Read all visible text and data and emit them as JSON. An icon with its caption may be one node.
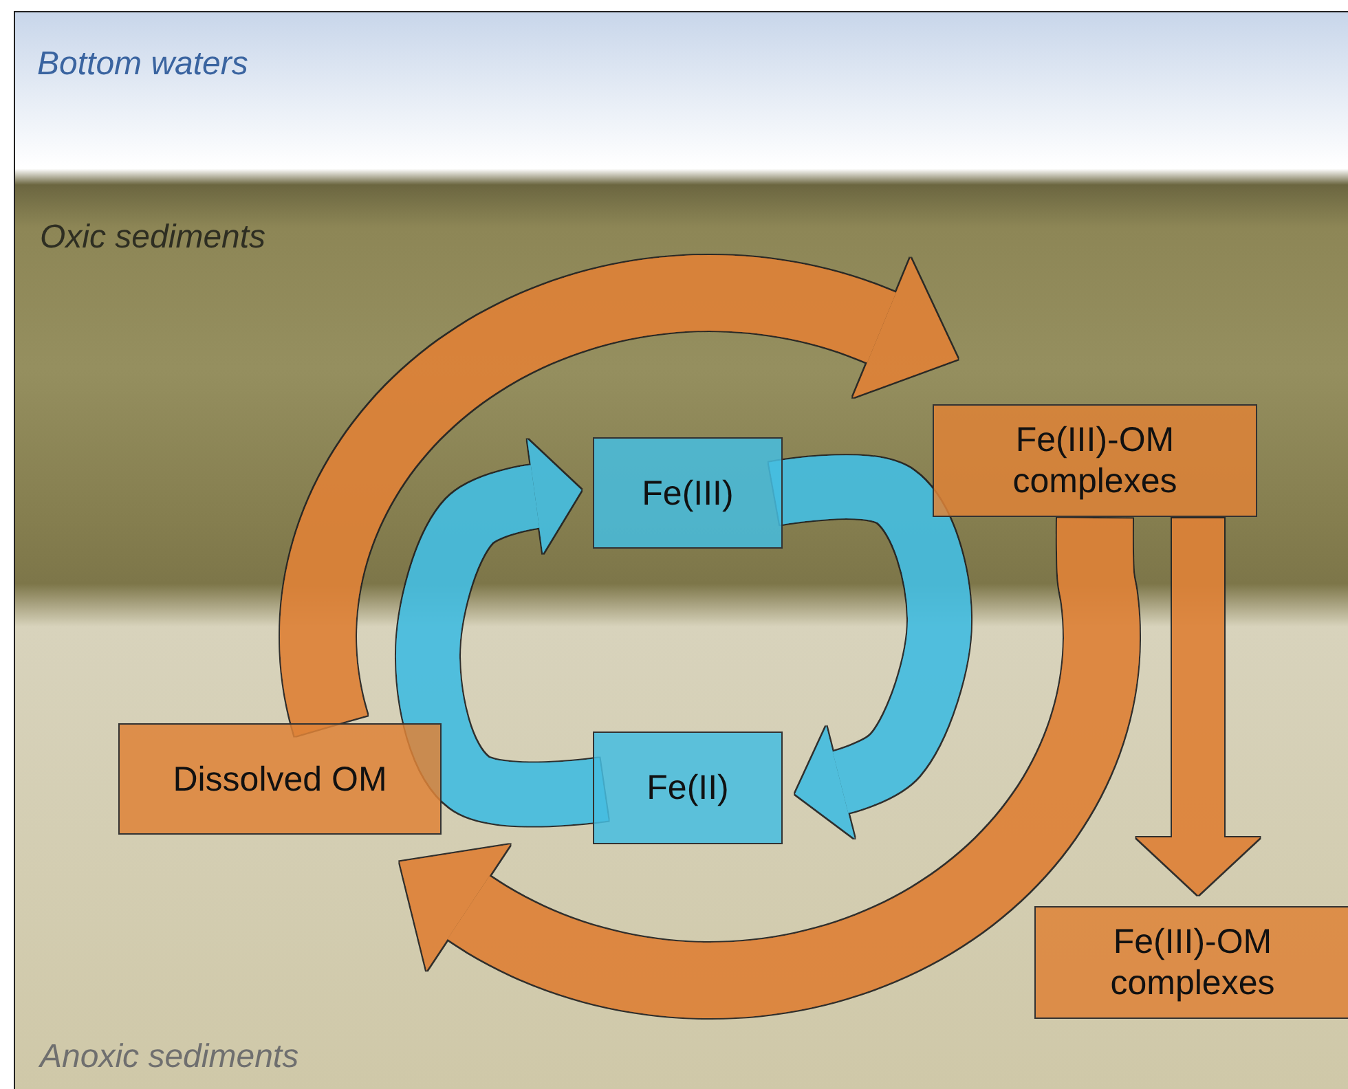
{
  "diagram": {
    "nodes": [
      {
        "text": [
          "Fe(III)-OM complexes"
        ]
      },
      {
        "text": [
          "Fe(III)"
        ]
      },
      {
        "text": [
          "Fe(II)"
        ]
      },
      {
        "text": [
          "Dissolved OM"
        ]
      },
      {
        "text": [
          "Fe(III)-OM complexes"
        ]
      }
    ],
    "edges": [
      {
        "from": 3,
        "to": 0,
        "arrow": "to"
      },
      {
        "from": 0,
        "to": 3,
        "arrow": "to"
      },
      {
        "from": 0,
        "to": 4,
        "arrow": "to"
      },
      {
        "from": 1,
        "to": 2,
        "arrow": "to",
        "color": "#45bde0"
      },
      {
        "from": 2,
        "to": 1,
        "arrow": "to",
        "color": "#45bde0"
      }
    ],
    "labels": [
      "Bottom waters",
      "Oxic sediments",
      "Anoxic sediments"
    ]
  }
}
